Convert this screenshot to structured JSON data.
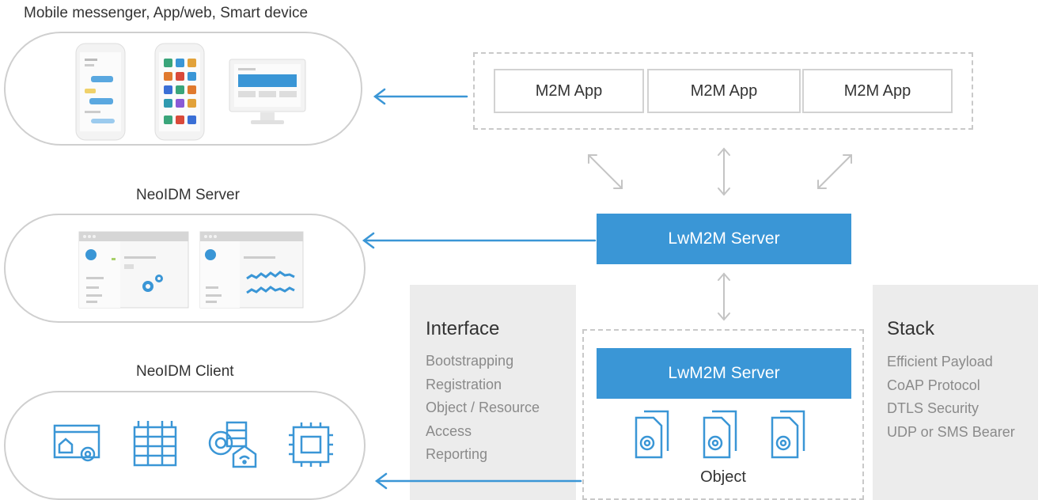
{
  "groups": {
    "mobile": {
      "label": "Mobile messenger, App/web, Smart device"
    },
    "server": {
      "label": "NeoIDM Server"
    },
    "client": {
      "label": "NeoIDM Client"
    }
  },
  "m2m_apps": [
    {
      "label": "M2M App"
    },
    {
      "label": "M2M App"
    },
    {
      "label": "M2M App"
    }
  ],
  "lwm2m_server_top": {
    "label": "LwM2M Server"
  },
  "lwm2m_server_bottom": {
    "label": "LwM2M Server"
  },
  "object": {
    "label": "Object"
  },
  "interface": {
    "title": "Interface",
    "items": [
      "Bootstrapping",
      "Registration",
      "Object / Resource",
      "Access",
      "Reporting"
    ]
  },
  "stack": {
    "title": "Stack",
    "items": [
      "Efficient Payload",
      "CoAP Protocol",
      "DTLS Security",
      "UDP or SMS Bearer"
    ]
  },
  "colors": {
    "accent_blue": "#3a96d6",
    "panel_gray": "#ececec",
    "border_gray": "#cfcfcf",
    "arrow_gray": "#c4c4c4"
  }
}
